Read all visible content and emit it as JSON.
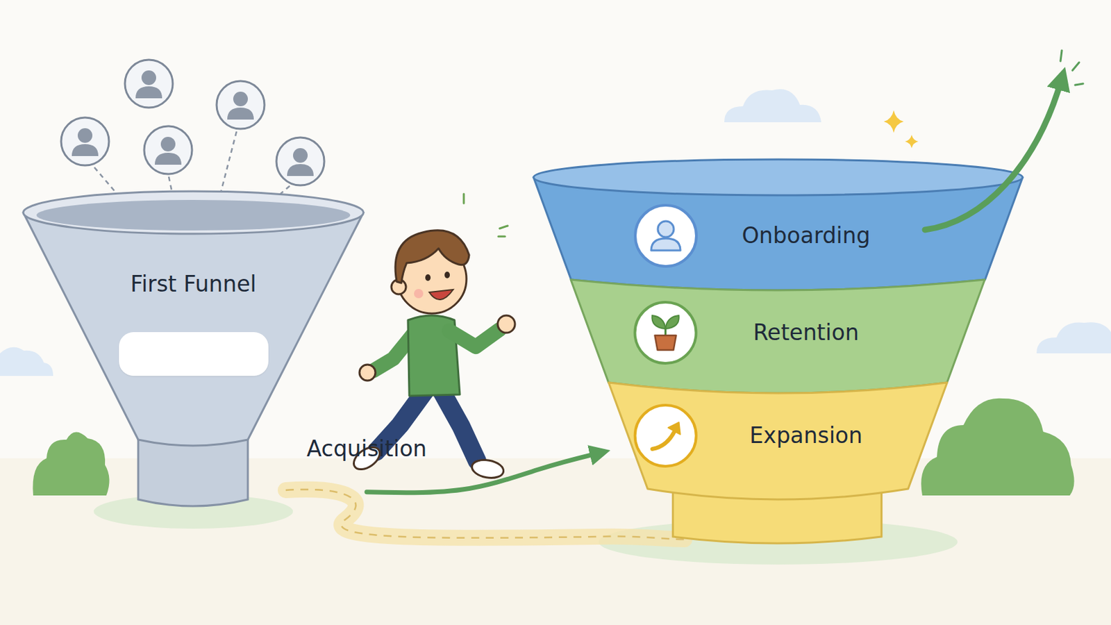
{
  "diagram": {
    "nodes": [
      {
        "text": [
          "First Funnel"
        ]
      },
      {
        "text": [
          "Acquisition"
        ],
        "in": 0
      },
      {
        "text": [
          "Onboarding"
        ]
      },
      {
        "text": [
          "Retention"
        ]
      },
      {
        "text": [
          "Expansion"
        ]
      }
    ],
    "edges": [
      {
        "from": 0,
        "to": 4,
        "arrow": "to"
      }
    ]
  }
}
